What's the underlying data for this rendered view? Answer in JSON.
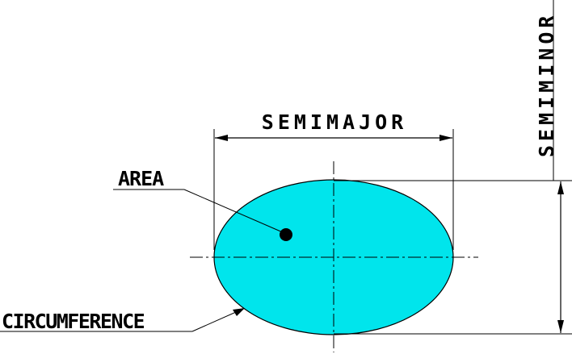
{
  "labels": {
    "semimajor": "SEMIMAJOR",
    "semiminor": "SEMIMINOR",
    "area": "AREA",
    "circumference": "CIRCUMFERENCE"
  },
  "colors": {
    "ellipse_fill": "#00e5ec",
    "line": "#000000"
  }
}
